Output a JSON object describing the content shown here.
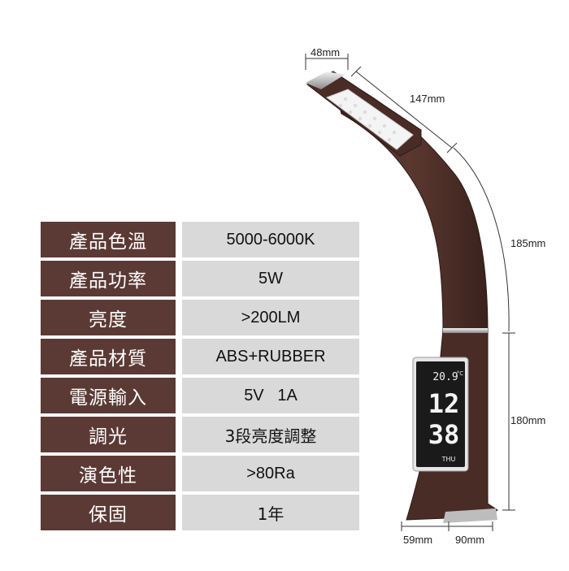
{
  "specs": [
    {
      "label": "產品色溫",
      "value": "5000-6000K"
    },
    {
      "label": "產品功率",
      "value": "5W"
    },
    {
      "label": "亮度",
      "value": ">200LM"
    },
    {
      "label": "產品材質",
      "value": "ABS+RUBBER"
    },
    {
      "label": "電源輸入",
      "value": "5V   1A"
    },
    {
      "label": "調光",
      "value": "3段亮度調整"
    },
    {
      "label": "演色性",
      "value": ">80Ra"
    },
    {
      "label": "保固",
      "value": "1年"
    }
  ],
  "dimensions": {
    "head_width": "48mm",
    "head_length": "147mm",
    "neck_height": "185mm",
    "base_height": "180mm",
    "base_front": "59mm",
    "base_depth": "90mm"
  },
  "display": {
    "temperature": "20.9",
    "temp_unit": "°C",
    "hour": "12",
    "minute": "38",
    "bottom_text": "THU"
  },
  "colors": {
    "label_bg": "#5b3a35",
    "value_bg": "#d9d9d9",
    "lamp_body": "#4a2c26"
  }
}
